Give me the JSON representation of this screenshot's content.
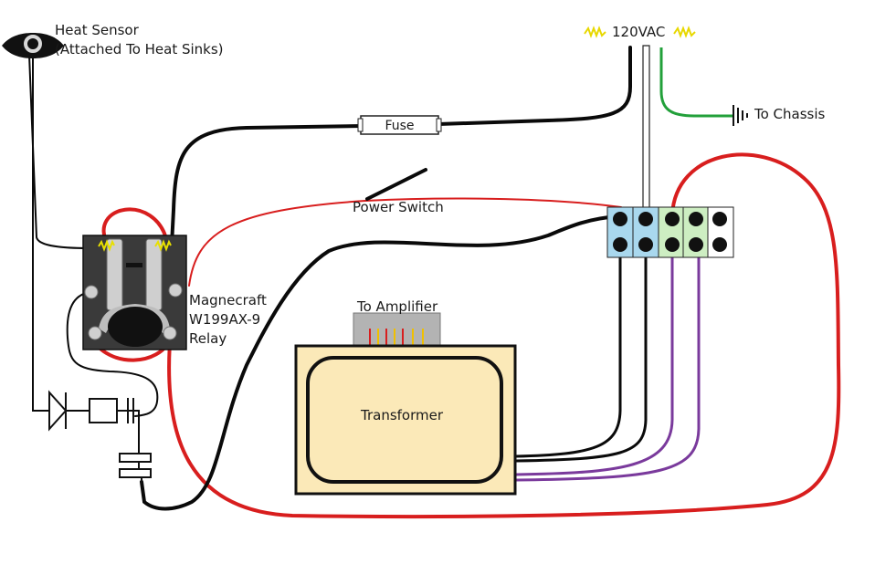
{
  "labels": {
    "heat_sensor_line1": "Heat Sensor",
    "heat_sensor_line2": "(Attached To Heat Sinks)",
    "voltage": "120VAC",
    "chassis": "To Chassis",
    "fuse": "Fuse",
    "power_switch": "Power Switch",
    "relay_line1": "Magnecraft",
    "relay_line2": "W199AX-9",
    "relay_line3": "Relay",
    "amplifier": "To Amplifier",
    "transformer": "Transformer"
  },
  "colors": {
    "black_wire": "#0a0a0a",
    "red_wire": "#d81e1e",
    "green_wire": "#22a03a",
    "purple_wire": "#7a3a9c",
    "transformer_fill": "#fbe9b8",
    "terminal_blue": "#a9d8ee",
    "terminal_green": "#cdeec2",
    "relay_body": "#3a3a3a",
    "coil_spark": "#e8e000"
  },
  "icons": {
    "sensor": "heat-sensor-icon",
    "ground": "ground-symbol-icon",
    "spark": "ac-spark-icon"
  }
}
